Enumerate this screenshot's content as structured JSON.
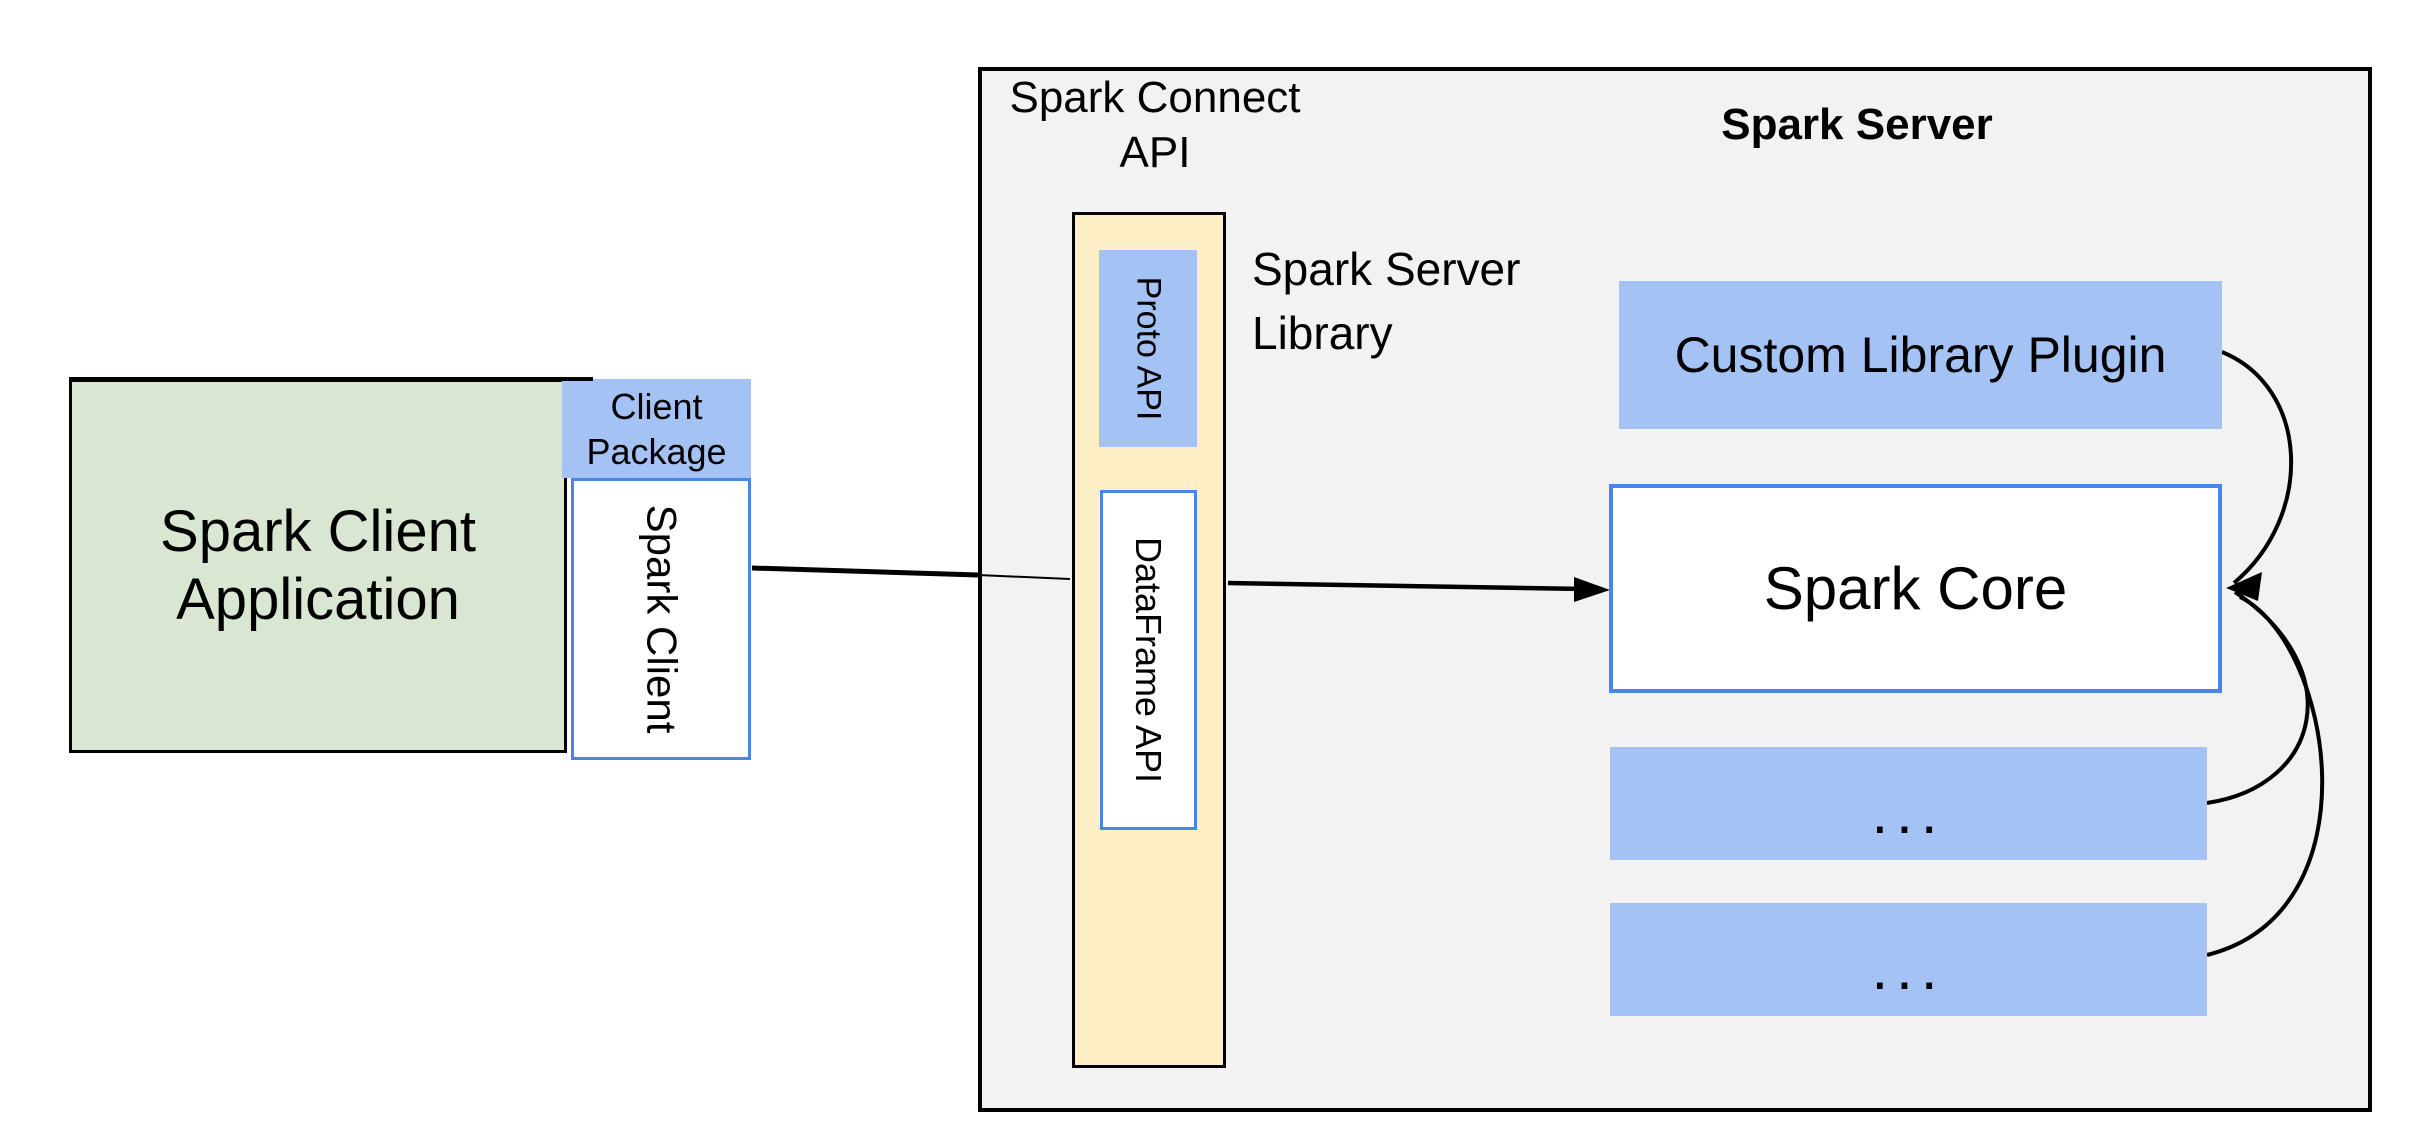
{
  "colors": {
    "canvas-bg": "#ffffff",
    "container-fill": "#f2f2f2",
    "container-border": "#000000",
    "green-fill": "#d9e7d2",
    "blue-fill": "#a4c2f4",
    "blue-border": "#4a86e8",
    "yellow-fill": "#ffefc7",
    "text": "#000000",
    "arrow": "#000000"
  },
  "client": {
    "application": {
      "line1": "Spark Client",
      "line2": "Application"
    },
    "package": {
      "line1": "Client",
      "line2": "Package"
    },
    "client_label": "Spark Client"
  },
  "connect_api": {
    "label": {
      "line1": "Spark Connect",
      "line2": "API"
    },
    "proto_api": "Proto API",
    "dataframe_api": "DataFrame API",
    "library_label": {
      "line1": "Spark Server",
      "line2": "Library"
    }
  },
  "server": {
    "title": "Spark Server",
    "plugin": "Custom Library Plugin",
    "core": "Spark Core",
    "module1": "...",
    "module2": "..."
  }
}
